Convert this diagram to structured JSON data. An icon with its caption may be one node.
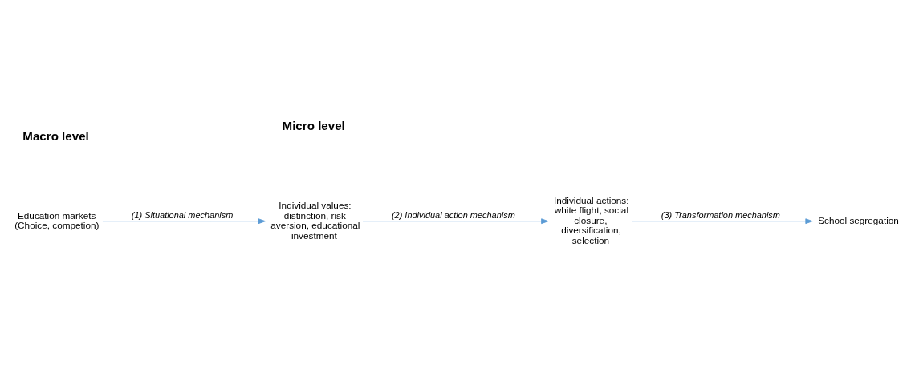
{
  "diagram": {
    "nodes": [
      {
        "text": [
          "Education markets (Choice, competion)"
        ]
      },
      {
        "text": [
          "Individual values: distinction, risk aversion, educational investment"
        ]
      },
      {
        "text": [
          "Individual actions: white flight, social closure, diversification, selection"
        ]
      },
      {
        "text": [
          "School segregation"
        ]
      }
    ],
    "edges": [
      {
        "from": 0,
        "to": 1,
        "arrow": "to",
        "label": "(1) Situational mechanism"
      },
      {
        "from": 1,
        "to": 2,
        "arrow": "to",
        "label": "(2) Individual action mechanism"
      },
      {
        "from": 2,
        "to": 3,
        "arrow": "to",
        "label": "(3) Transformation mechanism"
      }
    ],
    "labels": [
      "Macro level",
      "Micro level"
    ]
  }
}
